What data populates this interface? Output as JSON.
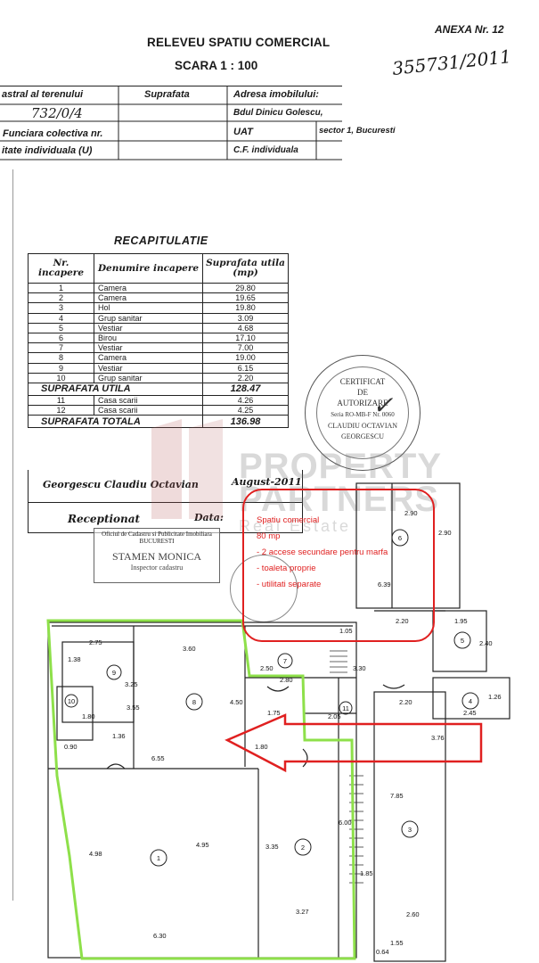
{
  "header": {
    "annex": "ANEXA Nr. 12",
    "title": "RELEVEU  SPATIU COMERCIAL",
    "scale": "SCARA 1 : 100",
    "handwritten_number": "355731/2011"
  },
  "top_table": {
    "cadastral_label": "astral al terenului",
    "cadastral_value": "732/0/4",
    "surface_label": "Suprafata",
    "address_label": "Adresa imobilului:",
    "address_value": "Bdul Dinicu Golescu,",
    "land_book_label": "Funciara colectiva nr.",
    "uat_label": "UAT",
    "uat_value": "sector 1, Bucuresti",
    "unit_label": "itate individuala (U)",
    "cf_label": "C.F. individuala"
  },
  "recap": {
    "title": "RECAPITULATIE",
    "col_nr": "Nr. incapere",
    "col_name": "Denumire incapere",
    "col_surface": "Suprafata utila (mp)",
    "rows": [
      {
        "nr": "1",
        "name": "Camera",
        "area": "29.80"
      },
      {
        "nr": "2",
        "name": "Camera",
        "area": "19.65"
      },
      {
        "nr": "3",
        "name": "Hol",
        "area": "19.80"
      },
      {
        "nr": "4",
        "name": "Grup sanitar",
        "area": "3.09"
      },
      {
        "nr": "5",
        "name": "Vestiar",
        "area": "4.68"
      },
      {
        "nr": "6",
        "name": "Birou",
        "area": "17.10"
      },
      {
        "nr": "7",
        "name": "Vestiar",
        "area": "7.00"
      },
      {
        "nr": "8",
        "name": "Camera",
        "area": "19.00"
      },
      {
        "nr": "9",
        "name": "Vestiar",
        "area": "6.15"
      },
      {
        "nr": "10",
        "name": "Grup sanitar",
        "area": "2.20"
      }
    ],
    "useful_label": "SUPRAFATA UTILA",
    "useful_value": "128.47",
    "extra_rows": [
      {
        "nr": "11",
        "name": "Casa scarii",
        "area": "4.26"
      },
      {
        "nr": "12",
        "name": "Casa scarii",
        "area": "4.25"
      }
    ],
    "total_label": "SUPRAFATA TOTALA",
    "total_value": "136.98"
  },
  "signature": {
    "author": "Georgescu Claudiu Octavian",
    "date": "August-2011",
    "received_label": "Receptionat",
    "date_label": "Data:"
  },
  "stamps": {
    "round_lines": [
      "CERTIFICAT",
      "DE",
      "AUTORIZARE",
      "Seria RO-MB-F Nr. 0060",
      "CLAUDIU OCTAVIAN",
      "GEORGESCU"
    ],
    "office_lines": [
      "Oficiul de Cadastru si Publicitate Imobiliara",
      "BUCURESTI",
      "STAMEN MONICA",
      "Inspector cadastru"
    ]
  },
  "watermark": {
    "line1": "PROPERTY",
    "line2": "PARTNERS",
    "line3": "Real Estate"
  },
  "promo": {
    "lines": [
      "Spatiu comercial",
      "80 mp",
      "- 2 accese secundare pentru marfa",
      "- toaleta proprie",
      "- utilitati separate"
    ],
    "color": "#e02020"
  },
  "plan": {
    "outline_color": "#8ee04a",
    "rooms": [
      "1",
      "2",
      "3",
      "4",
      "5",
      "6",
      "7",
      "8",
      "9",
      "10",
      "11"
    ],
    "dims": [
      "2.75",
      "3.60",
      "2.50",
      "1.05",
      "1.95",
      "2.40",
      "2.90",
      "6.39",
      "2.20",
      "1.26",
      "2.45",
      "2.20",
      "1.75",
      "2.05",
      "6.55",
      "3.55",
      "4.50",
      "1.80",
      "1.36",
      "1.38",
      "3.30",
      "3.25",
      "0.90",
      "1.80",
      "4.95",
      "4.98",
      "6.30",
      "3.35",
      "6.00",
      "3.27",
      "7.85",
      "3.76",
      "2.60",
      "0.64",
      "1.55",
      "2.90",
      "2.80",
      "1.85"
    ]
  }
}
